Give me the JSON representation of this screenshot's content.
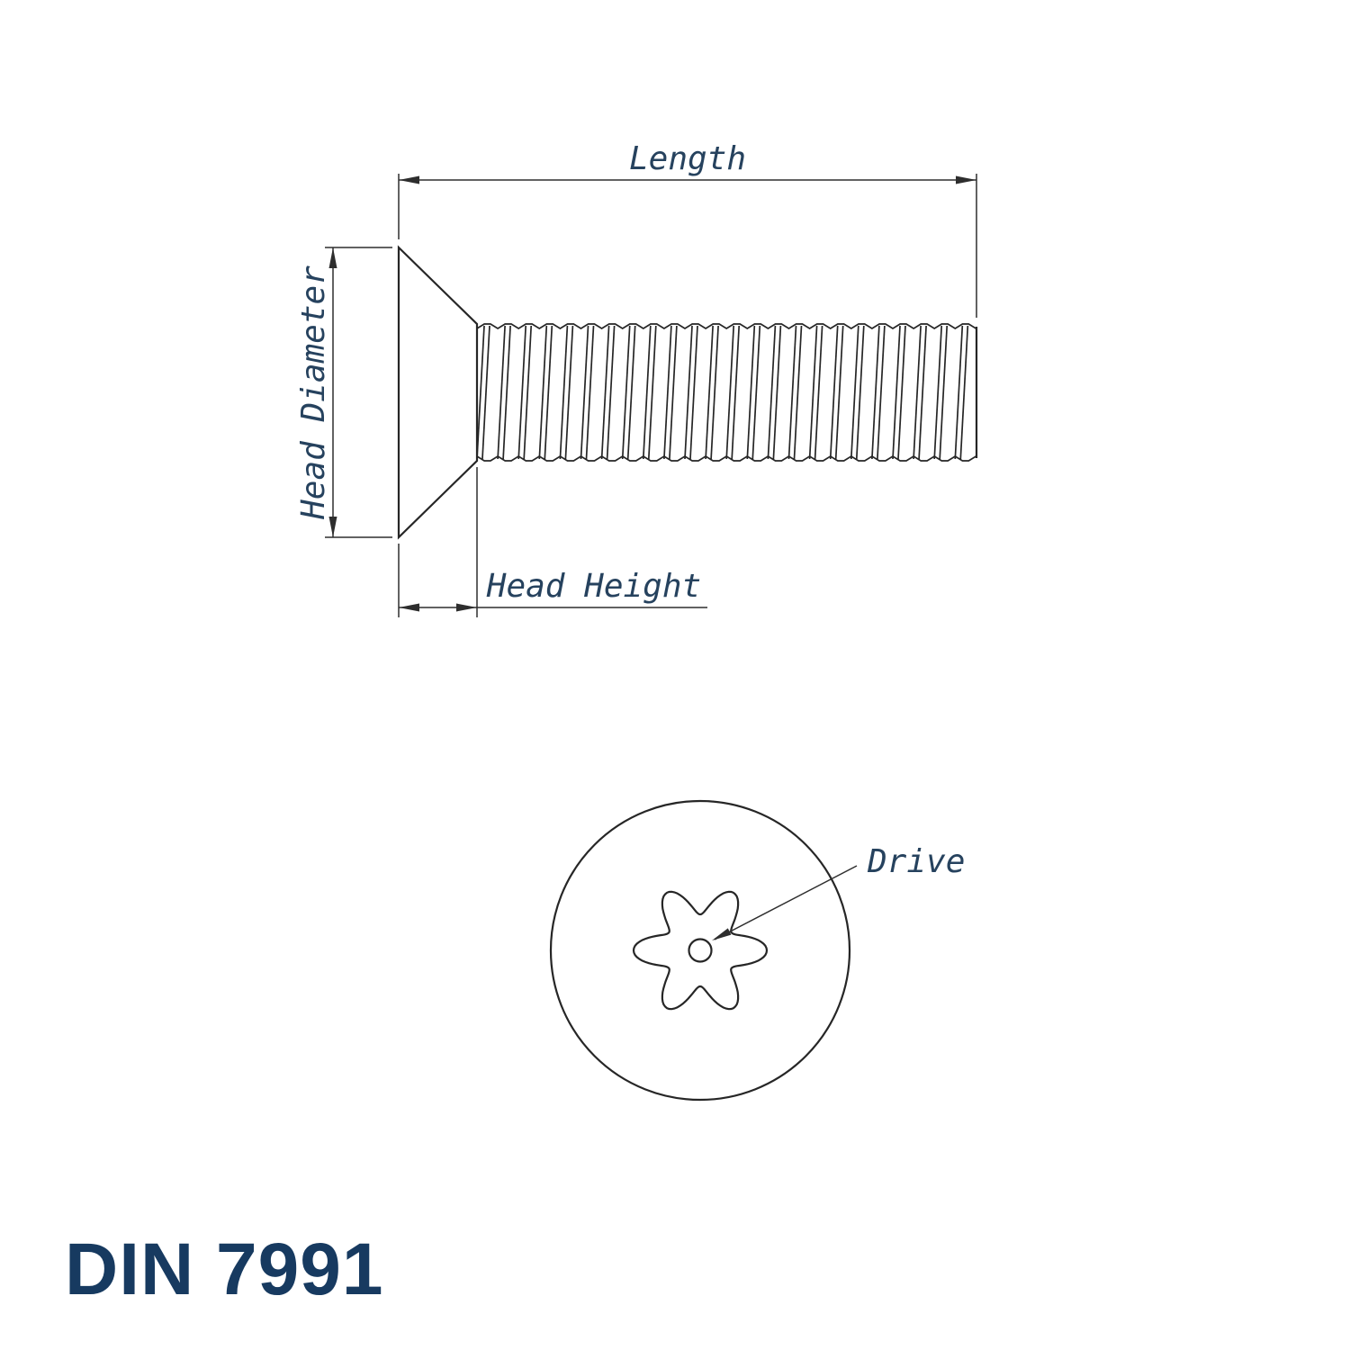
{
  "title": "DIN 7991",
  "labels": {
    "length": "Length",
    "head_diameter": "Head Diameter",
    "head_height": "Head Height",
    "drive": "Drive"
  },
  "colors": {
    "line": "#262626",
    "dimension_line": "#2e2e2e",
    "label_text": "#26425e",
    "title_text": "#173a60"
  }
}
